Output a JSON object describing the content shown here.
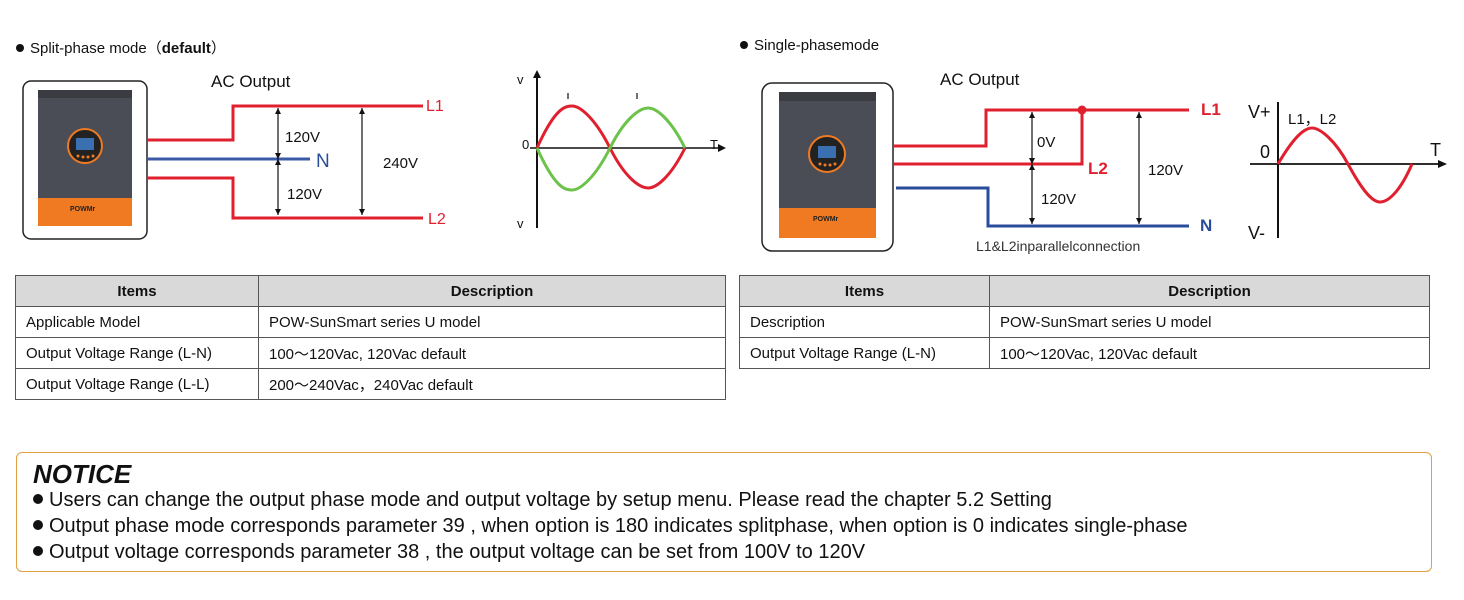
{
  "left": {
    "title_plain": "Split-phase mode（",
    "title_bold": "default",
    "title_end": "）",
    "diagram": {
      "ac_output": "AC Output",
      "l1": "L1",
      "l2": "L2",
      "n": "N",
      "v_top": "120V",
      "v_bottom": "120V",
      "v_total": "240V"
    },
    "wave": {
      "v_top": "v",
      "v_bottom": "v",
      "zero": "0",
      "t": "T"
    },
    "table": {
      "headers": [
        "Items",
        "Description"
      ],
      "rows": [
        [
          "Applicable Model",
          "POW-SunSmart series U model"
        ],
        [
          "Output Voltage Range (L-N)",
          "100～120Vac, 120Vac default"
        ],
        [
          "Output Voltage Range (L-L)",
          "200～240Vac，240Vac default"
        ]
      ]
    }
  },
  "right": {
    "title": "Single-phasemode",
    "diagram": {
      "ac_output": "AC Output",
      "l1": "L1",
      "l2": "L2",
      "n": "N",
      "v_l1l2": "0V",
      "v_l2n": "120V",
      "v_total": "120V",
      "caption": "L1&L2inparallelconnection"
    },
    "wave": {
      "v_plus": "V+",
      "v_minus": "V-",
      "zero": "0",
      "t": "T",
      "series": "L1，L2"
    },
    "table": {
      "headers": [
        "Items",
        "Description"
      ],
      "rows": [
        [
          "Description",
          "POW-SunSmart series U model"
        ],
        [
          "Output Voltage Range (L-N)",
          "100～120Vac, 120Vac default"
        ]
      ]
    }
  },
  "inverter": {
    "brand": "POWMr"
  },
  "notice": {
    "title": "NOTICE",
    "lines": [
      "Users can change the output phase mode and output voltage by setup menu. Please read the chapter 5.2 Setting",
      "Output phase mode corresponds parameter 39 , when option is 180 indicates splitphase, when option is 0 indicates single-phase",
      "Output voltage corresponds parameter 38 , the output voltage can be set from 100V to 120V"
    ]
  },
  "colors": {
    "l1_red": "#e0202e",
    "n_blue": "#3a5aa8",
    "wave_green": "#6cc24a",
    "notice_border": "#e0a040",
    "header_gray": "#d9d9d9"
  }
}
